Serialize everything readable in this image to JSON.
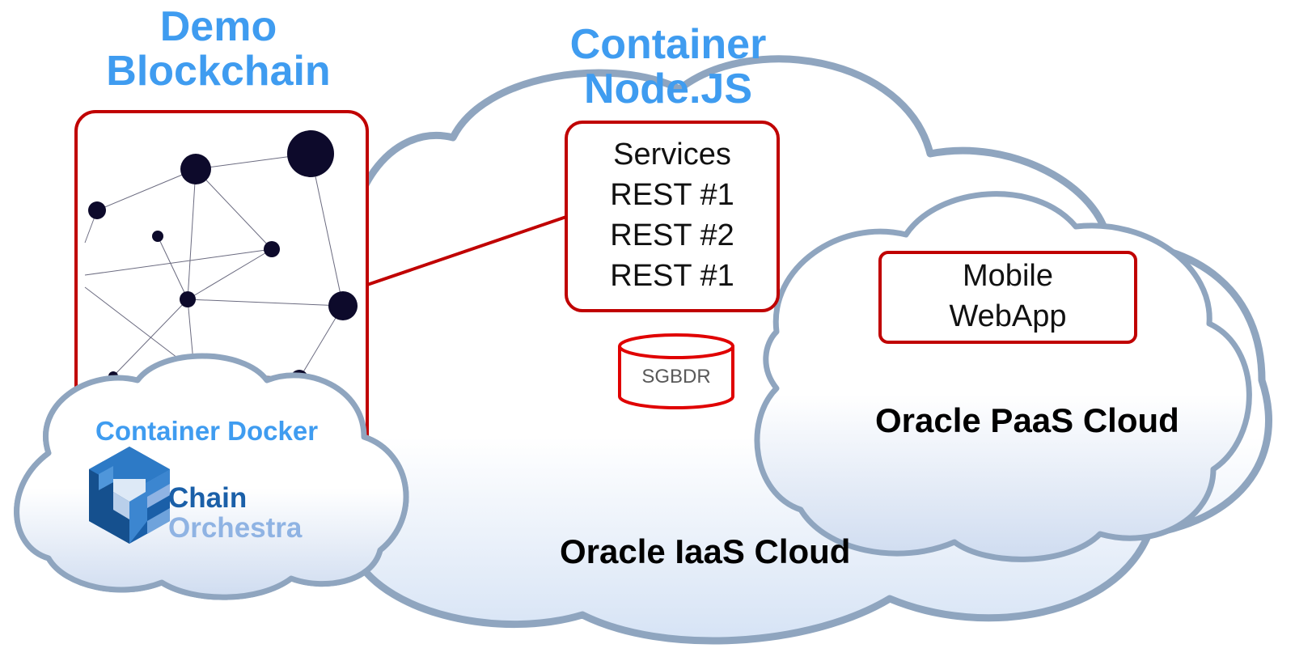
{
  "colors": {
    "accent_blue": "#3f9cf0",
    "box_border_red": "#c00000",
    "cloud_outline": "#8fa5bf",
    "node_dark": "#0d0a2b",
    "logo_blue_dark": "#1a5fa8",
    "logo_blue_light": "#8fb3e3"
  },
  "blockchain": {
    "title_line1": "Demo",
    "title_line2": "Blockchain"
  },
  "nodejs": {
    "title_line1": "Container",
    "title_line2": "Node.JS",
    "items": [
      "Services",
      "REST #1",
      "REST #2",
      "REST #1"
    ]
  },
  "database": {
    "label": "SGBDR",
    "icon": "database-icon"
  },
  "paas": {
    "box_line1": "Mobile",
    "box_line2": "WebApp",
    "cloud_label": "Oracle PaaS Cloud"
  },
  "iaas": {
    "cloud_label": "Oracle IaaS Cloud"
  },
  "docker": {
    "label": "Container Docker",
    "logo_line1": "Chain",
    "logo_line2": "Orchestra",
    "icon": "chain-orchestra-logo"
  }
}
